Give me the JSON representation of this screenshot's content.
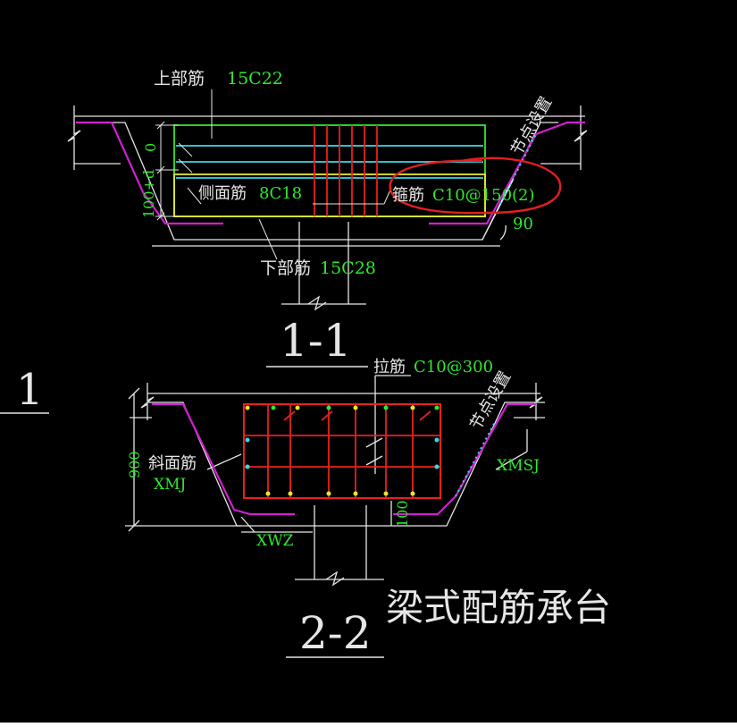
{
  "title": "梁式配筋承台",
  "section_1_1": {
    "label": "1-1",
    "top_rebar": {
      "name": "上部筋",
      "spec": "15C22"
    },
    "side_rebar": {
      "name": "侧面筋",
      "spec": "8C18"
    },
    "stirrup": {
      "name": "箍筋",
      "spec": "C10@150(2)"
    },
    "bottom_rebar": {
      "name": "下部筋",
      "spec": "15C28"
    },
    "node_note": "节点设置",
    "angle": "90",
    "dim_top": "0",
    "dim_side": "100+d"
  },
  "section_2_2": {
    "label": "2-2",
    "tie_rebar": {
      "name": "拉筋",
      "spec": "C10@300"
    },
    "slope_rebar": {
      "name": "斜面筋",
      "code": "XMJ"
    },
    "slope_rebar_right": "XMSJ",
    "toe": "XWZ",
    "node_note": "节点设置",
    "dim_height": "900",
    "dim_cover": "100"
  },
  "side_mark": "1",
  "colors": {
    "background": "#000000",
    "line": "#e6e6e6",
    "green": "#2ee82e",
    "cyan": "#3ad8e8",
    "magenta": "#d020d0",
    "yellow": "#e8e830",
    "red": "#e82020",
    "annotation": "#e02020"
  }
}
